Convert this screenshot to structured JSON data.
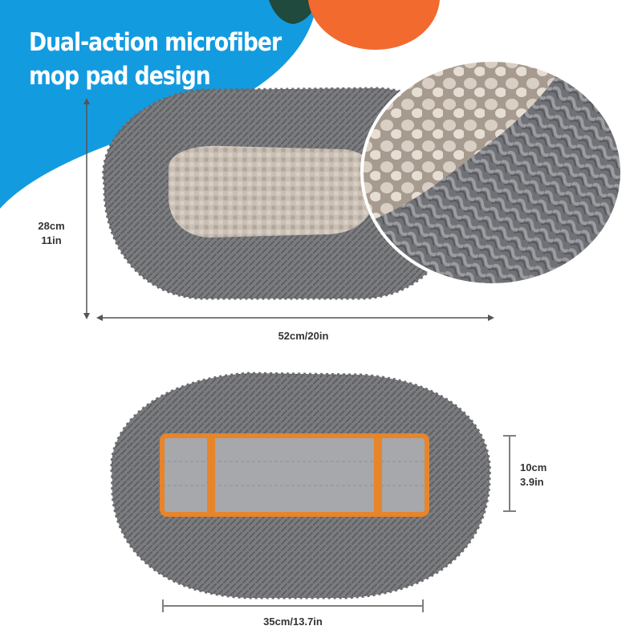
{
  "headline": {
    "line1": "Dual-action microfiber",
    "line2": "mop pad design"
  },
  "top_pad_dimensions": {
    "height_cm": "28cm",
    "height_in": "11in",
    "width": "52cm/20in"
  },
  "bottom_pad_dimensions": {
    "backing_width_cm": "10cm",
    "backing_width_in": "3.9in",
    "backing_length": "35cm/13.7in"
  },
  "colors": {
    "background_blue": "#139be0",
    "background_orange": "#f26a2e",
    "background_dark_green": "#1f4a3d",
    "mop_gray": "#7b7c7f",
    "chenille_beige": "#c9bfb4",
    "trim_orange": "#e8842a",
    "backing_gray": "#a6a8ab"
  }
}
